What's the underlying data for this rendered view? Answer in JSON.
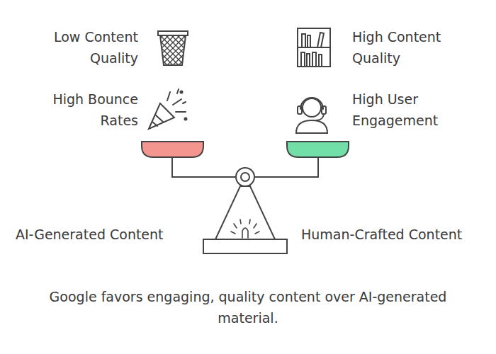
{
  "diagram": {
    "caption": "Google favors engaging, quality content over AI-generated material.",
    "labels": [
      "Low Content Quality",
      "High Content Quality",
      "High Bounce Rates",
      "High User Engagement",
      "AI-Generated Content",
      "Human-Crafted Content"
    ]
  }
}
